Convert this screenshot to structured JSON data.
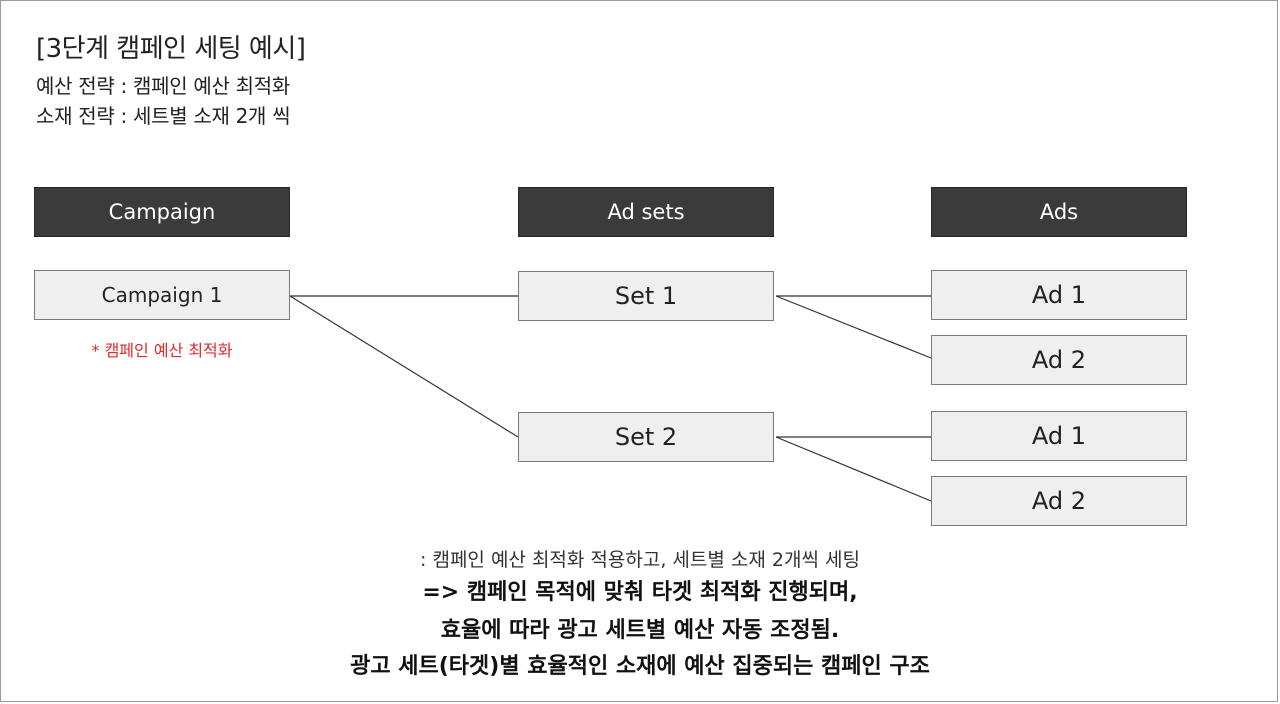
{
  "header": {
    "title": "[3단계 캠페인 세팅 예시]",
    "budget_strategy": "예산 전략 : 캠페인 예산 최적화",
    "creative_strategy": "소재 전략 : 세트별 소재 2개 씩"
  },
  "columns": {
    "campaign": "Campaign",
    "adsets": "Ad sets",
    "ads": "Ads"
  },
  "campaign": {
    "label": "Campaign 1",
    "note": "* 캠페인 예산 최적화"
  },
  "adsets": [
    {
      "label": "Set 1"
    },
    {
      "label": "Set 2"
    }
  ],
  "ads": [
    {
      "label": "Ad 1"
    },
    {
      "label": "Ad 2"
    },
    {
      "label": "Ad 1"
    },
    {
      "label": "Ad 2"
    }
  ],
  "footer": {
    "line1": ": 캠페인 예산 최적화 적용하고, 세트별 소재 2개씩 세팅",
    "line2": "=> 캠페인 목적에 맞춰 타겟 최적화 진행되며,",
    "line3": "효율에 따라 광고 세트별 예산 자동 조정됨.",
    "line4": "광고 세트(타겟)별 효율적인 소재에 예산 집중되는 캠페인 구조"
  },
  "colors": {
    "header_bg": "#3b3b3b",
    "box_bg": "#efefef",
    "note": "#e02b2b"
  }
}
